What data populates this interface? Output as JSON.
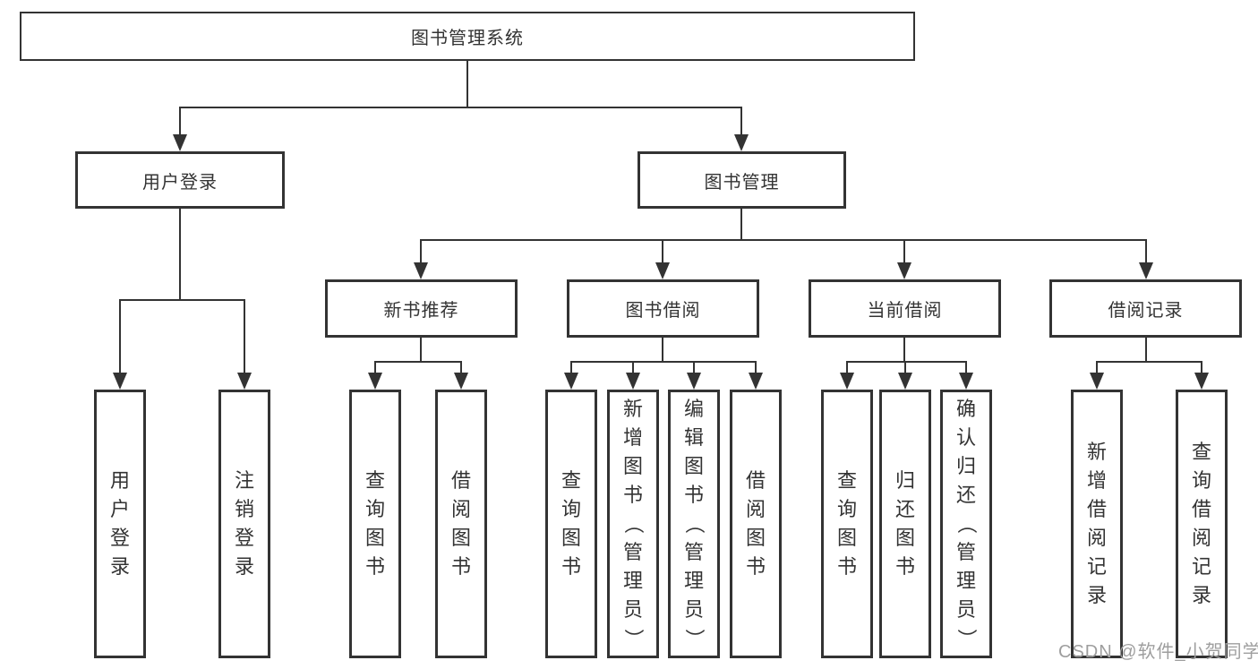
{
  "colors": {
    "line": "#333333",
    "border": "#333333",
    "text": "#333333",
    "background": "#ffffff",
    "watermark": "#9e9e9e"
  },
  "diagram": {
    "root": {
      "label": "图书管理系统"
    },
    "user_login": {
      "label": "用户登录",
      "children": [
        {
          "label": "用户登录"
        },
        {
          "label": "注销登录"
        }
      ]
    },
    "book_management": {
      "label": "图书管理",
      "sections": [
        {
          "label": "新书推荐",
          "children": [
            {
              "label": "查询图书"
            },
            {
              "label": "借阅图书"
            }
          ]
        },
        {
          "label": "图书借阅",
          "children": [
            {
              "label": "查询图书"
            },
            {
              "label": "新增图书（管理员）"
            },
            {
              "label": "编辑图书（管理员）"
            },
            {
              "label": "借阅图书"
            }
          ]
        },
        {
          "label": "当前借阅",
          "children": [
            {
              "label": "查询图书"
            },
            {
              "label": "归还图书"
            },
            {
              "label": "确认归还（管理员）"
            }
          ]
        },
        {
          "label": "借阅记录",
          "children": [
            {
              "label": "新增借阅记录"
            },
            {
              "label": "查询借阅记录"
            }
          ]
        }
      ]
    }
  },
  "watermark": {
    "text": "CSDN @软件_小贺同学"
  }
}
